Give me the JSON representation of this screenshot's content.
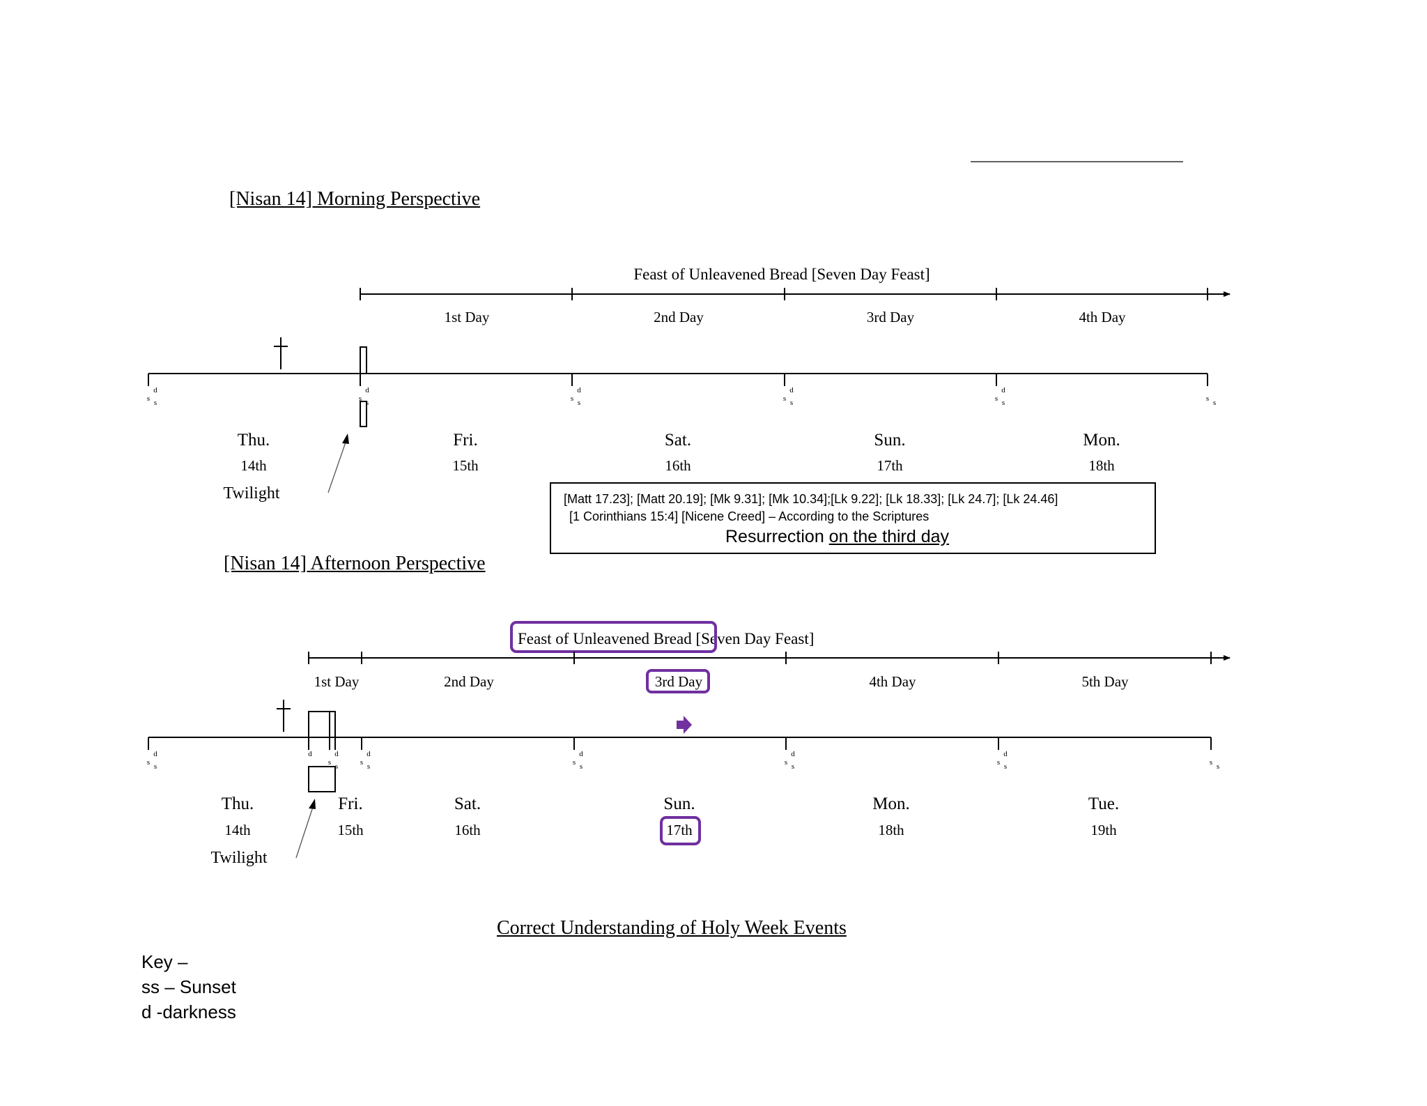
{
  "header_rule": "",
  "morning": {
    "title": "[Nisan 14] Morning Perspective",
    "feast_label": "Feast of Unleavened Bread [Seven Day Feast]",
    "feast_days": [
      "1st Day",
      "2nd Day",
      "3rd Day",
      "4th Day"
    ],
    "weekdays": [
      "Thu.",
      "Fri.",
      "Sat.",
      "Sun.",
      "Mon."
    ],
    "dates": [
      "14th",
      "15th",
      "16th",
      "17th",
      "18th"
    ],
    "twilight": "Twilight",
    "cross_icon": "cross-icon"
  },
  "references": {
    "line1": "[Matt 17.23]; [Matt 20.19]; [Mk 9.31]; [Mk 10.34];[Lk 9.22]; [Lk 18.33]; [Lk 24.7]; [Lk 24.46]",
    "line2": "[1 Corinthians 15:4] [Nicene Creed] – According to the Scriptures",
    "line3_plain": "Resurrection ",
    "line3_underlined": "on the third day"
  },
  "afternoon": {
    "title": "[Nisan 14] Afternoon Perspective",
    "feast_label_highlighted": "Feast of Unleavened Bread",
    "feast_label_rest": " [Seven Day Feast]",
    "feast_days": [
      "1st Day",
      "2nd Day",
      "3rd Day",
      "4th Day",
      "5th Day"
    ],
    "weekdays": [
      "Thu.",
      "Fri.",
      "Sat.",
      "Sun.",
      "Mon.",
      "Tue."
    ],
    "dates": [
      "14th",
      "15th",
      "16th",
      "17th",
      "18th",
      "19th"
    ],
    "twilight": "Twilight",
    "highlight_color": "#7030a0",
    "arrow_icon": "right-arrow-icon",
    "cross_icon": "cross-icon"
  },
  "marker_labels": {
    "sunset": "s",
    "darkness": "d"
  },
  "footer_title": "Correct Understanding of Holy Week Events",
  "key": {
    "heading": "Key –",
    "ss": "ss – Sunset",
    "d": "d -darkness"
  }
}
